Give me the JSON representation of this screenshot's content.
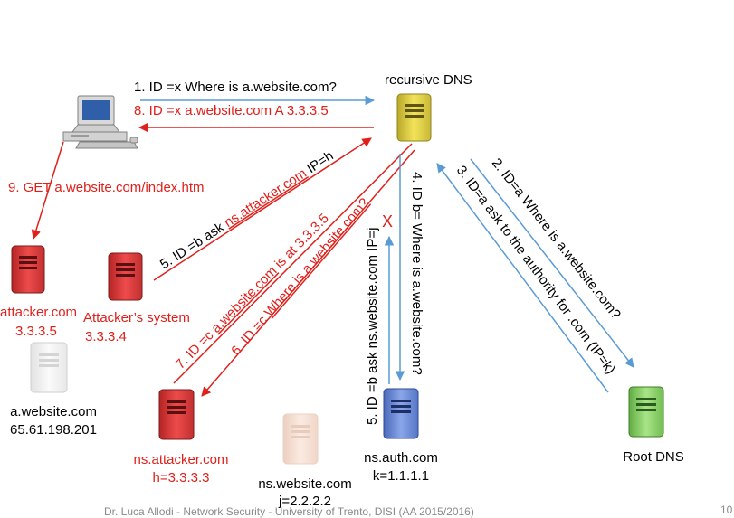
{
  "nodes": {
    "recursive_dns": "recursive DNS",
    "attacker_server": {
      "name": "attacker.com",
      "ip": "3.3.3.5"
    },
    "attacker_system": {
      "name": "Attacker’s system",
      "ip": "3.3.3.4"
    },
    "real_site": {
      "name": "a.website.com",
      "ip": "65.61.198.201"
    },
    "ns_attacker": {
      "name": "ns.attacker.com",
      "ip": "h=3.3.3.3"
    },
    "ns_website": {
      "name": "ns.website.com",
      "ip": "j=2.2.2.2"
    },
    "ns_auth": {
      "name": "ns.auth.com",
      "ip": "k=1.1.1.1"
    },
    "root_dns": "Root DNS"
  },
  "messages": {
    "m1": "1. ID =x Where is a.website.com?",
    "m8": "8. ID =x a.website.com A 3.3.3.5",
    "m9": "9. GET a.website.com/index.htm",
    "m5b_prefix": "5. ID =b ask ",
    "m5b_link": "ns.attacker.com",
    "m5b_suffix": " IP=h",
    "m7_prefix": "7. ID =c ",
    "m7_link": "a.website.com",
    "m7_suffix": " is at 3.3.3.5",
    "m6_prefix": "6. ID =c ",
    "m6_link": "Where is a.website.com?",
    "m4": "4. ID b= Where is a.website.com?",
    "m5": "5. ID =b ask ns.website.com IP=j",
    "x_mark": "X",
    "m2": "2. ID=a Where is a.website.com?",
    "m3": "3. ID=a ask to the authority for .com (IP=k)"
  },
  "footer": "Dr. Luca Allodi - Network Security - University of Trento, DISI (AA 2015/2016)",
  "page_number": "10",
  "colors": {
    "red": "#e0201b",
    "blue": "#5b9bd5",
    "server_yellow": "#e6d640",
    "server_red": "#e03a3a",
    "server_blue": "#6f8fd8",
    "server_green": "#8ed36a",
    "server_gray": "#eeeeee",
    "server_peach": "#f4ddd0"
  }
}
